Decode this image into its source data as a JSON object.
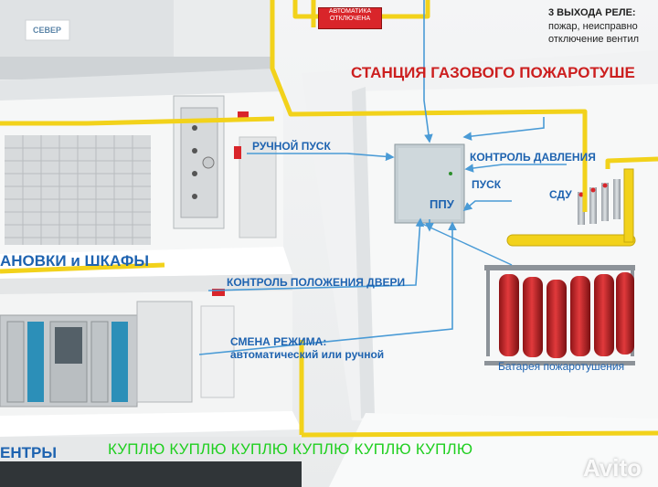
{
  "labels": {
    "station_title": "СТАНЦИЯ ГАЗОВОГО ПОЖАРОТУШЕ",
    "relay_title": "3 ВЫХОДА РЕЛЕ:",
    "relay_line1": "пожар, неисправно",
    "relay_line2": "отключение вентил",
    "manual_start": "РУЧНОЙ ПУСК",
    "pressure_control": "КОНТРОЛЬ ДАВЛЕНИЯ",
    "start": "ПУСК",
    "sdu": "СДУ",
    "ppu": "ППУ",
    "door_control": "КОНТРОЛЬ ПОЛОЖЕНИЯ ДВЕРИ",
    "mode_change": "СМЕНА РЕЖИМА:",
    "mode_detail": "автоматический или ручной",
    "battery": "Батарея пожаротушения",
    "automation_tag_line1": "АВТОМАТИКА",
    "automation_tag_line2": "ОТКЛЮЧЕНА",
    "logo_text": "СЕВЕР"
  },
  "sections": {
    "installations": "АНОВКИ и ШКАФЫ",
    "centers": "ЕНТРЫ"
  },
  "ticker": "КУПЛЮ КУПЛЮ КУПЛЮ КУПЛЮ КУПЛЮ КУПЛЮ",
  "watermark": "Avito",
  "colors": {
    "wire": "#f2d21b",
    "label_blue": "#1e63b0",
    "alarm_red": "#d9252a",
    "ticker_green": "#1fcf1f",
    "cylinder_red": "#c8262a"
  }
}
